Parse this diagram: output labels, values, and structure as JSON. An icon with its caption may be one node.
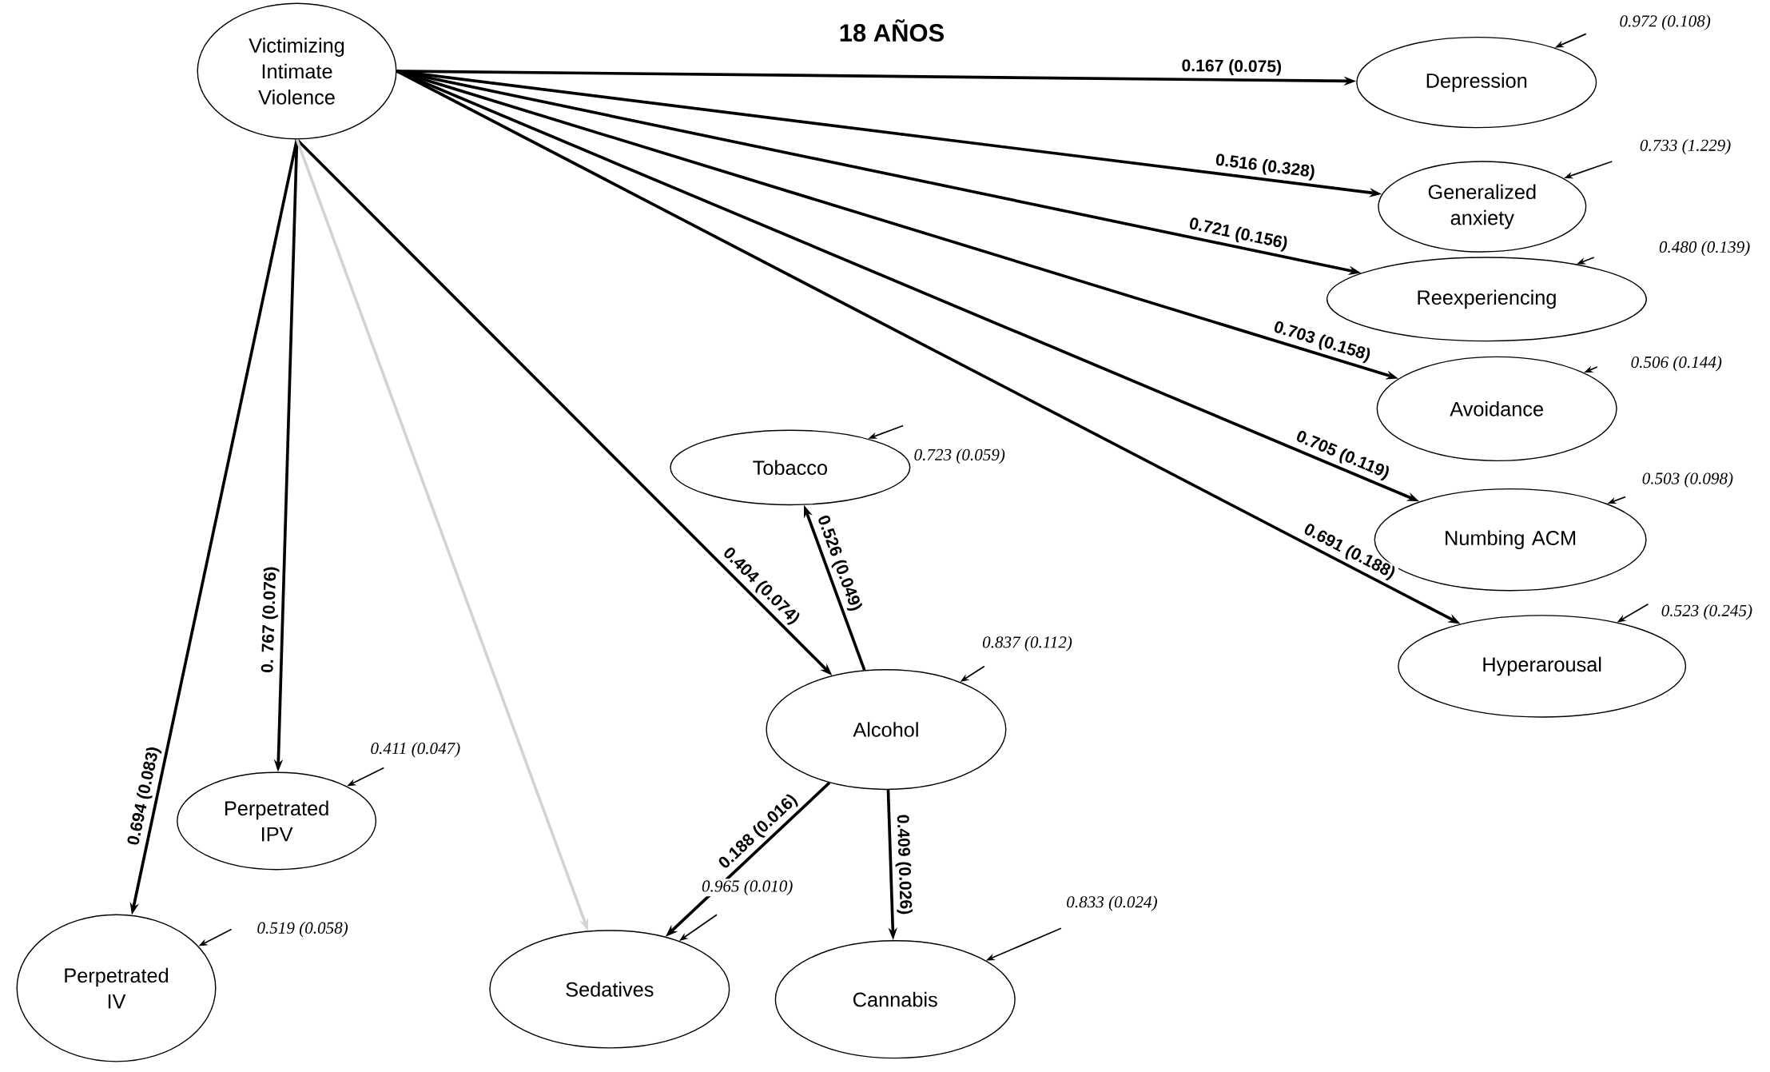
{
  "diagram": {
    "title": "18 AÑOS",
    "nodes": [
      {
        "text": [
          "Victimizing Intimate Violence"
        ]
      },
      {
        "text": [
          "Depression"
        ]
      },
      {
        "text": [
          "Generalized anxiety"
        ]
      },
      {
        "text": [
          "Reexperiencing"
        ]
      },
      {
        "text": [
          "Avoidance"
        ]
      },
      {
        "text": [
          "Numbing ACM"
        ]
      },
      {
        "text": [
          "Hyperarousal"
        ]
      },
      {
        "text": [
          "Tobacco"
        ]
      },
      {
        "text": [
          "Alcohol"
        ]
      },
      {
        "text": [
          "Perpetrated IPV"
        ]
      },
      {
        "text": [
          "Perpetrated IV"
        ]
      },
      {
        "text": [
          "Sedatives"
        ]
      },
      {
        "text": [
          "Cannabis"
        ]
      }
    ],
    "edges": [
      {
        "from": 0,
        "to": 1,
        "arrow": "to",
        "label": "0.167 (0.075)"
      },
      {
        "from": 0,
        "to": 2,
        "arrow": "to",
        "label": "0.516 (0.328)"
      },
      {
        "from": 0,
        "to": 3,
        "arrow": "to",
        "label": "0.721 (0.156)"
      },
      {
        "from": 0,
        "to": 4,
        "arrow": "to",
        "label": "0.703 (0.158)"
      },
      {
        "from": 0,
        "to": 5,
        "arrow": "to",
        "label": "0.705 (0.119)"
      },
      {
        "from": 0,
        "to": 6,
        "arrow": "to",
        "label": "0.691 (0.188)"
      },
      {
        "from": 0,
        "to": 8,
        "arrow": "to",
        "label": "0.404 (0.074)"
      },
      {
        "from": 0,
        "to": 9,
        "arrow": "to",
        "label": "0. 767 (0.076)"
      },
      {
        "from": 0,
        "to": 10,
        "arrow": "to",
        "label": "0.694 (0.083)"
      },
      {
        "from": 0,
        "to": 11,
        "arrow": "to",
        "color": "#d3d3d3"
      },
      {
        "from": 8,
        "to": 7,
        "arrow": "to",
        "label": "0.526 (0.049)"
      },
      {
        "from": 8,
        "to": 11,
        "arrow": "to",
        "label": "0.188 (0.016)"
      },
      {
        "from": 8,
        "to": 12,
        "arrow": "to",
        "label": "0.409 (0.026)"
      },
      {
        "from": null,
        "to": 1,
        "arrow": "to",
        "label": "0.972 (0.108)"
      },
      {
        "from": null,
        "to": 2,
        "arrow": "to",
        "label": "0.733 (1.229)"
      },
      {
        "from": null,
        "to": 3,
        "arrow": "to",
        "label": "0.480 (0.139)"
      },
      {
        "from": null,
        "to": 4,
        "arrow": "to",
        "label": "0.506 (0.144)"
      },
      {
        "from": null,
        "to": 5,
        "arrow": "to",
        "label": "0.503 (0.098)"
      },
      {
        "from": null,
        "to": 6,
        "arrow": "to",
        "label": "0.523 (0.245)"
      },
      {
        "from": null,
        "to": 7,
        "arrow": "to",
        "label": "0.723 (0.059)"
      },
      {
        "from": null,
        "to": 8,
        "arrow": "to",
        "label": "0.837 (0.112)"
      },
      {
        "from": null,
        "to": 9,
        "arrow": "to",
        "label": "0.411 (0.047)"
      },
      {
        "from": null,
        "to": 10,
        "arrow": "to",
        "label": "0.519 (0.058)"
      },
      {
        "from": null,
        "to": 11,
        "arrow": "to",
        "label": "0.965 (0.010)"
      },
      {
        "from": null,
        "to": 12,
        "arrow": "to",
        "label": "0.833 (0.024)"
      }
    ]
  }
}
